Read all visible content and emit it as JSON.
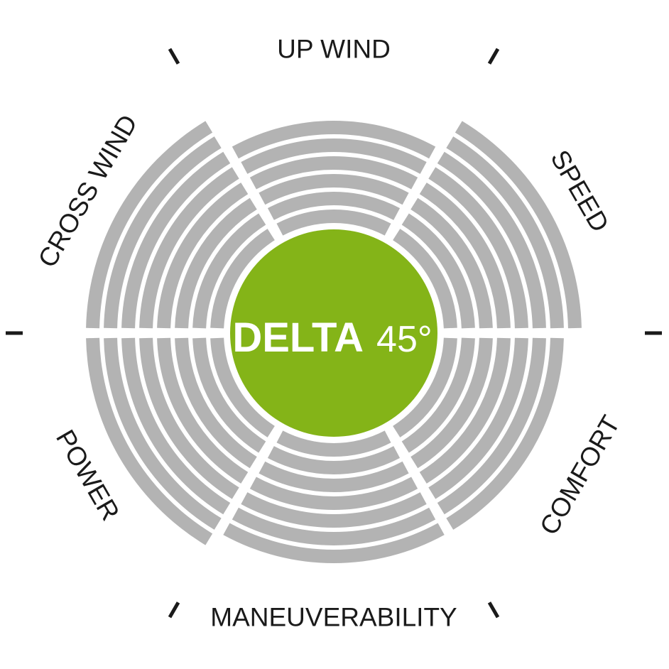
{
  "chart_data": {
    "type": "radial-bar",
    "product": {
      "name": "DELTA",
      "angle": "45°"
    },
    "scale_max": 10,
    "categories": [
      "UP WIND",
      "SPEED",
      "COMFORT",
      "MANEUVERABILITY",
      "POWER",
      "CROSS WIND"
    ],
    "values": [
      6,
      8,
      7,
      7,
      8,
      8
    ],
    "colors": {
      "center": "#84b418",
      "bars": "#b3b3b3",
      "ticks": "#1a1a1a",
      "labels": "#1a1a1a"
    }
  }
}
